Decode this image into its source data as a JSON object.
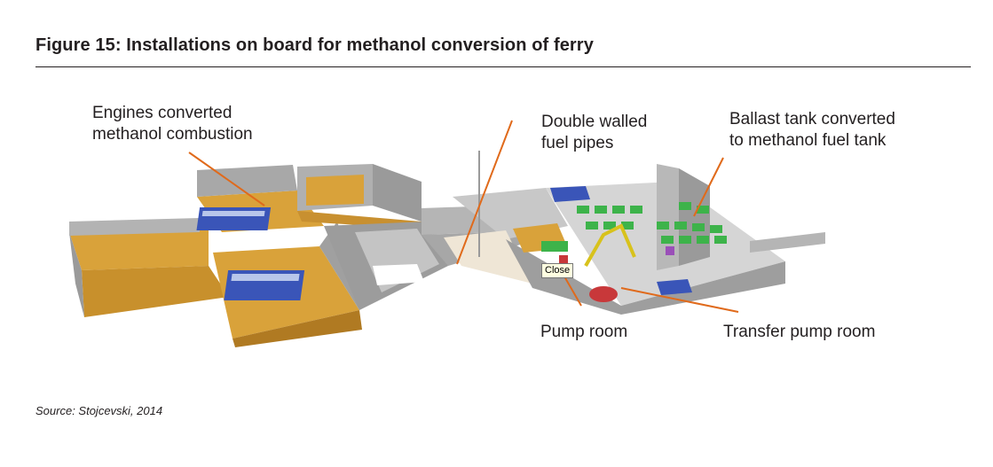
{
  "figure": {
    "title": "Figure 15: Installations on board for methanol conversion of ferry",
    "source": "Source: Stojcevski, 2014"
  },
  "labels": {
    "engines_line1": "Engines converted",
    "engines_line2": "methanol combustion",
    "pipes_line1": "Double walled",
    "pipes_line2": "fuel pipes",
    "ballast_line1": "Ballast tank converted",
    "ballast_line2": "to methanol fuel tank",
    "pump_room": "Pump room",
    "transfer_pump_room": "Transfer pump room"
  },
  "tooltip": {
    "close_label": "Close"
  },
  "colors": {
    "hull_gold": "#d9a23a",
    "wall_gray": "#a8a8a8",
    "wall_gray_dark": "#8a8a8a",
    "engine_blue": "#3a55b8",
    "tank_green": "#3db34a",
    "leader_orange": "#e06a1b",
    "pipe_red": "#c8383a",
    "pipe_yellow": "#d8c21c"
  }
}
